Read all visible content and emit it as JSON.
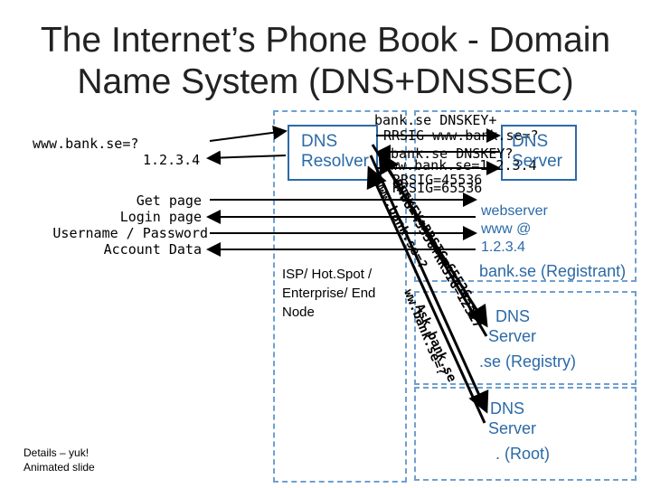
{
  "title": "The Internet’s Phone Book - Domain Name System (DNS+DNSSEC)",
  "client": {
    "query": "www.bank.se=?",
    "answer": "1.2.3.4",
    "steps": [
      "Get page",
      "Login page",
      "Username / Password",
      "Account Data"
    ]
  },
  "resolver": {
    "label_line1": "DNS",
    "label_line2": "Resolver"
  },
  "isp": {
    "label_line1": "ISP/ Hot.Spot /",
    "label_line2": "Enterprise/ End",
    "label_line3": "Node"
  },
  "messages": {
    "dnskey_rrsig": "bank.se DNSKEY+",
    "rrsig_line": "RRSIG www.bank.se=?",
    "dnskey": "bank.se DNSKEY?",
    "answer": "www.bank.se=1.2.3.4",
    "rrsig_tag1": "RRSIG=45536",
    "rrsig_tag2": "RRSIG=65536"
  },
  "bank_dns": {
    "label_line1": "DNS",
    "label_line2": "Server"
  },
  "webserver": {
    "line1": "webserver",
    "line2": "www @",
    "line3": "1.2.3.4"
  },
  "registrant": "bank.se (Registrant)",
  "registry": {
    "line1": "DNS",
    "line2": "Server",
    "line3": ".se (Registry)"
  },
  "root": {
    "line1": "DNS",
    "line2": "Server",
    "line3": ".  (Root)"
  },
  "overlap_texts": [
    "www.bank.se=?",
    "DNSKEY+RRSIG=65536",
    "DS=45536+RRSIG=12317",
    "ww.bank.se=?",
    "Ask bank.se"
  ],
  "note": {
    "line1": "Details – yuk!",
    "line2": "Animated slide"
  }
}
